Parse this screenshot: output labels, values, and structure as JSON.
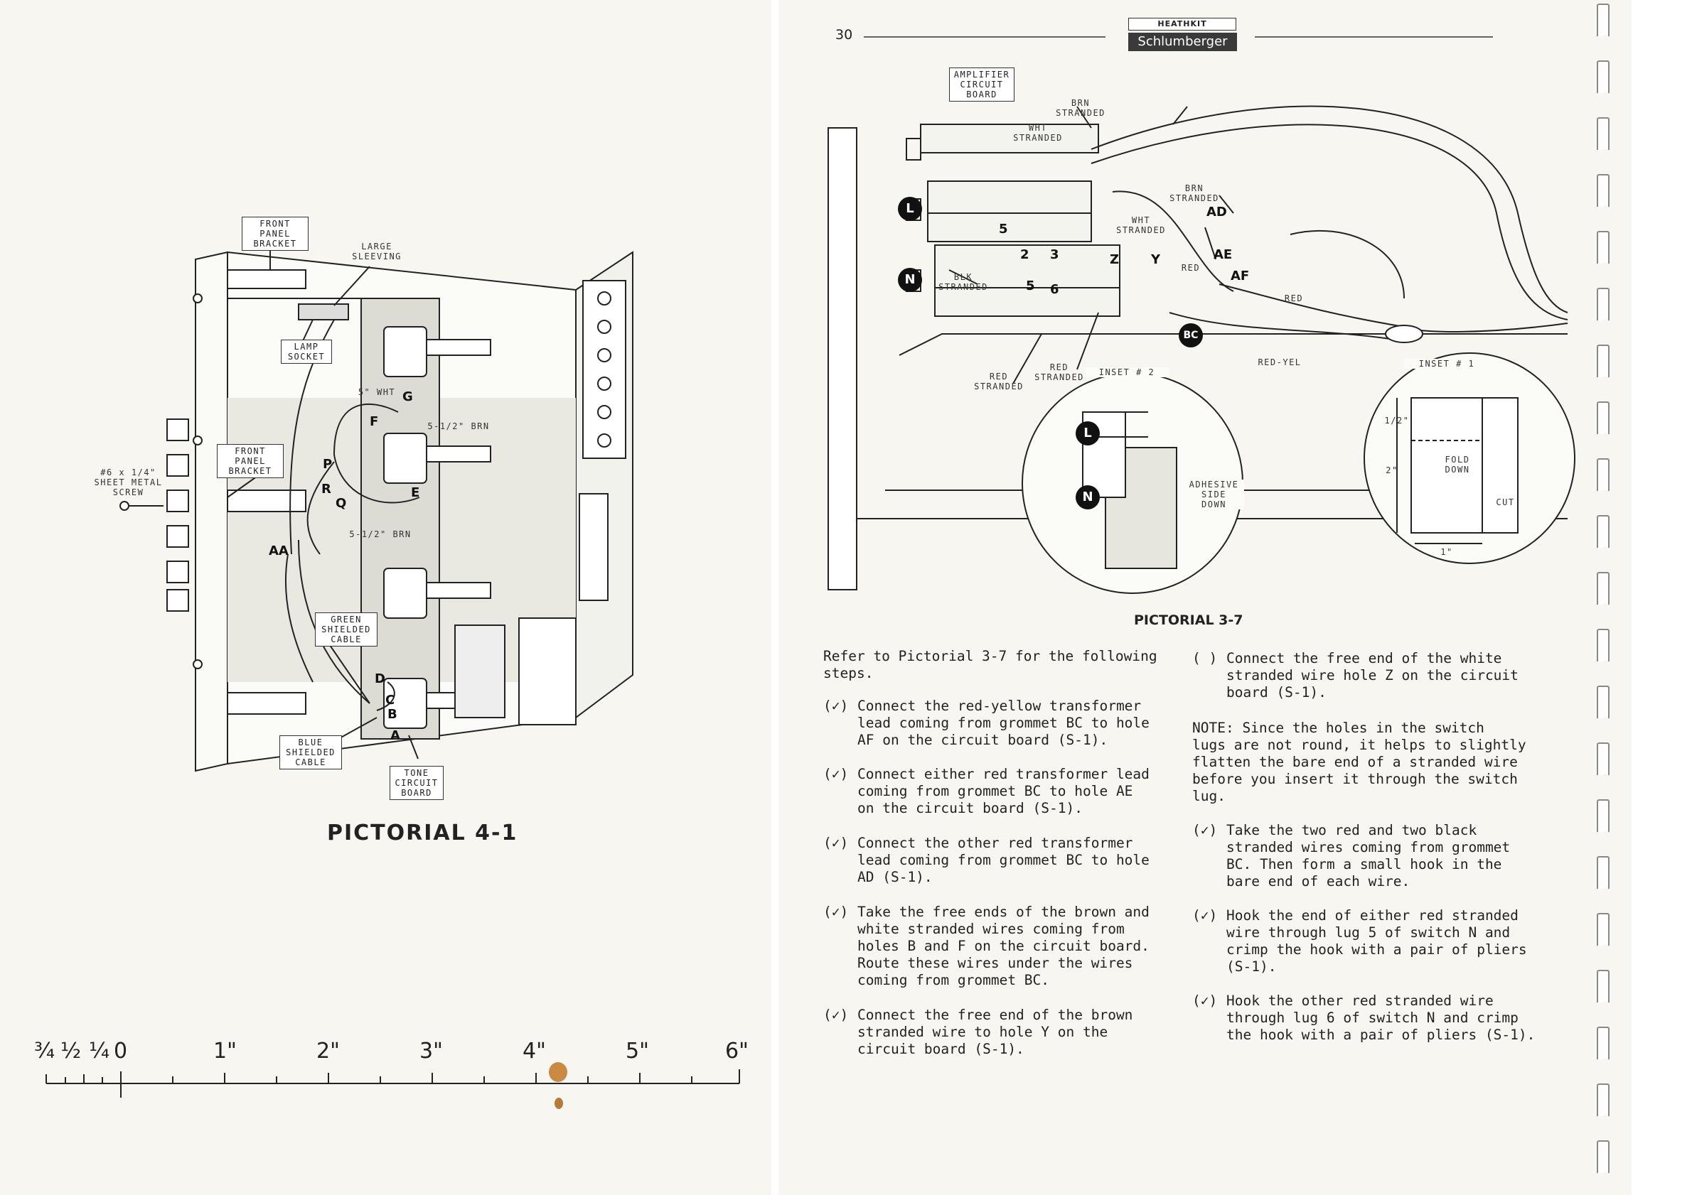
{
  "left_page": {
    "caption": "PICTORIAL 4-1",
    "labels": {
      "front_panel_bracket_top": "FRONT\nPANEL\nBRACKET",
      "large_sleeving": "LARGE\nSLEEVING",
      "lamp_socket": "LAMP\nSOCKET",
      "front_panel_bracket_mid": "FRONT\nPANEL\nBRACKET",
      "screw": "#6 x 1/4\"\nSHEET METAL\nSCREW",
      "wht_5": "5\" WHT",
      "brn_5half_top": "5-1/2\" BRN",
      "brn_5half_bottom": "5-1/2\" BRN",
      "green_shielded": "GREEN\nSHIELDED\nCABLE",
      "blue_shielded": "BLUE\nSHIELDED\nCABLE",
      "tone_board": "TONE\nCIRCUIT\nBOARD"
    },
    "letters": {
      "g": "G",
      "f": "F",
      "p": "P",
      "r": "R",
      "q": "Q",
      "e": "E",
      "aa": "AA",
      "d": "D",
      "c": "C",
      "b": "B",
      "a": "A"
    },
    "ruler": {
      "labels": [
        "¾",
        "½",
        "¼",
        "0",
        "1\"",
        "2\"",
        "3\"",
        "4\"",
        "5\"",
        "6\""
      ]
    }
  },
  "right_page": {
    "page_number": "30",
    "brand": {
      "top": "HEATHKIT",
      "bottom": "Schlumberger"
    },
    "caption": "PICTORIAL 3-7",
    "diagram_labels": {
      "amp_board": "AMPLIFIER\nCIRCUIT\nBOARD",
      "brn_stranded_top": "BRN\nSTRANDED",
      "wht_stranded_top": "WHT\nSTRANDED",
      "brn_stranded_mid": "BRN\nSTRANDED",
      "wht_stranded_mid": "WHT\nSTRANDED",
      "blk_stranded": "BLK\nSTRANDED",
      "red_stranded_left": "RED\nSTRANDED",
      "red_stranded_right": "RED\nSTRANDED",
      "red_small": "RED",
      "red_right": "RED",
      "red_yel": "RED-YEL",
      "inset2": "INSET # 2",
      "inset1": "INSET # 1",
      "adhesive": "ADHESIVE\nSIDE\nDOWN",
      "fold_down": "FOLD\nDOWN",
      "cut": "CUT",
      "half_inch": "1/2\"",
      "two_inch": "2\"",
      "one_inch": "1\""
    },
    "diagram_letters": {
      "ad": "AD",
      "ae": "AE",
      "af": "AF",
      "z": "Z",
      "y": "Y",
      "n2": "2",
      "n3": "3",
      "n5": "5",
      "n6": "6",
      "n5b": "5"
    },
    "badges": {
      "l": "L",
      "n": "N",
      "bc": "BC",
      "l2": "L",
      "n2": "N"
    },
    "intro": "Refer to Pictorial 3-7 for the following\nsteps.",
    "left_steps": [
      {
        "mark": "(✓)",
        "text": "Connect the red-yellow transformer\nlead coming from grommet BC to hole\nAF on the circuit board (S-1)."
      },
      {
        "mark": "(✓)",
        "text": "Connect either red transformer lead\ncoming from grommet BC to hole AE\non the circuit board (S-1)."
      },
      {
        "mark": "(✓)",
        "text": "Connect the other red transformer\nlead coming from grommet BC to hole\nAD (S-1)."
      },
      {
        "mark": "(✓)",
        "text": "Take the free ends of the brown and\nwhite stranded wires coming from\nholes B and F on the circuit board.\nRoute these wires under the wires\ncoming from grommet BC."
      },
      {
        "mark": "(✓)",
        "text": "Connect the free end of the brown\nstranded wire to hole Y on the\ncircuit board (S-1)."
      }
    ],
    "right_steps": [
      {
        "mark": "( )",
        "text": "Connect the free end of the white\nstranded wire hole Z on the circuit\nboard (S-1)."
      },
      {
        "mark": "",
        "text": "NOTE: Since the holes in the switch\nlugs are not round, it helps to slightly\nflatten the bare end of a stranded wire\nbefore you insert it through the switch\nlug."
      },
      {
        "mark": "(✓)",
        "text": "Take the two red and two black\nstranded wires coming from grommet\nBC. Then form a small hook in the\nbare end of each wire."
      },
      {
        "mark": "(✓)",
        "text": "Hook the end of either red stranded\nwire through lug 5 of switch N and\ncrimp the hook with a pair of pliers\n(S-1)."
      },
      {
        "mark": "(✓)",
        "text": "Hook the other red stranded wire\nthrough lug 6 of switch N and crimp\nthe hook with a pair of pliers (S-1)."
      }
    ]
  }
}
